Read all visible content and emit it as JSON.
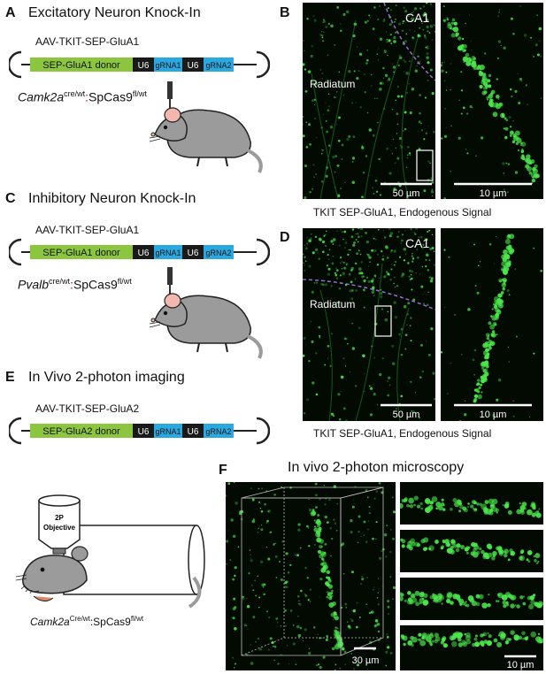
{
  "panels": {
    "A": {
      "label": "A",
      "title": "Excitatory Neuron Knock-In",
      "vector": "AAV-TKIT-SEP-GluA1",
      "donor": "SEP-GluA1 donor",
      "genotype_gene": "Camk2a",
      "genotype_sup1": "cre/wt",
      "genotype_sep": ":",
      "genotype_tail": "SpCas9",
      "genotype_sup2": "fl/wt"
    },
    "B": {
      "label": "B",
      "region_top": "CA1",
      "region_mid": "Radiatum",
      "scale_left": "50 µm",
      "scale_right": "10 µm",
      "caption": "TKIT SEP-GluA1, Endogenous Signal"
    },
    "C": {
      "label": "C",
      "title": "Inhibitory Neuron Knock-In",
      "vector": "AAV-TKIT-SEP-GluA1",
      "donor": "SEP-GluA1 donor",
      "genotype_gene": "Pvalb",
      "genotype_sup1": "cre/wt",
      "genotype_sep": ":",
      "genotype_tail": "SpCas9",
      "genotype_sup2": "fl/wt"
    },
    "D": {
      "label": "D",
      "region_top": "CA1",
      "region_mid": "Radiatum",
      "scale_left": "50 µm",
      "scale_right": "10 µm",
      "caption": "TKIT SEP-GluA1, Endogenous Signal"
    },
    "E": {
      "label": "E",
      "title": "In Vivo 2-photon imaging",
      "vector": "AAV-TKIT-SEP-GluA2",
      "donor": "SEP-GluA2 donor",
      "objective_line1": "2P",
      "objective_line2": "Objective",
      "genotype_gene": "Camk2a",
      "genotype_sup1": "Cre/wt",
      "genotype_sep": ":",
      "genotype_tail": "SpCas9",
      "genotype_sup2": "fl/wt"
    },
    "F": {
      "label": "F",
      "title": "In vivo 2-photon microscopy",
      "scale_left": "30 µm",
      "scale_right": "10 µm"
    }
  },
  "construct": {
    "u6_1": "U6",
    "grna1": "gRNA1",
    "u6_2": "U6",
    "grna2": "gRNA2"
  },
  "colors": {
    "donor": "#8cc63f",
    "u6": "#1a1a1a",
    "grna": "#29a9e0",
    "signal": "#4be64b",
    "background": "#020a02",
    "mouse_body": "#9b9b9b",
    "mouse_pink": "#f3b7b0",
    "cyto_line": "#b9356b"
  }
}
